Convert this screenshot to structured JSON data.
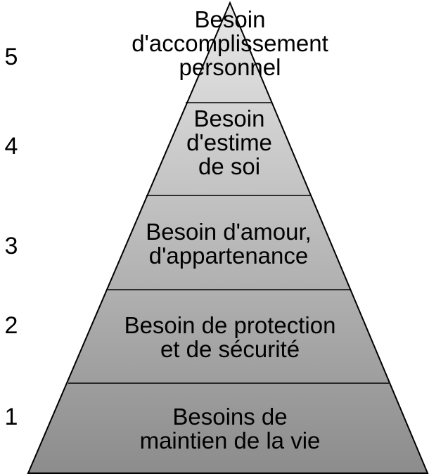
{
  "diagram": {
    "colors": {
      "fill_top": "#e8e8e8",
      "fill_bottom": "#8c8c8c",
      "outline": "#000000",
      "text": "#000000"
    },
    "levels": [
      {
        "number": "5",
        "label": "Besoin\nd'accomplissement\npersonnel"
      },
      {
        "number": "4",
        "label": "Besoin\nd'estime\nde soi"
      },
      {
        "number": "3",
        "label": "Besoin d'amour,\nd'appartenance"
      },
      {
        "number": "2",
        "label": "Besoin de protection\net de sécurité"
      },
      {
        "number": "1",
        "label": "Besoins de\nmaintien de la vie"
      }
    ]
  }
}
